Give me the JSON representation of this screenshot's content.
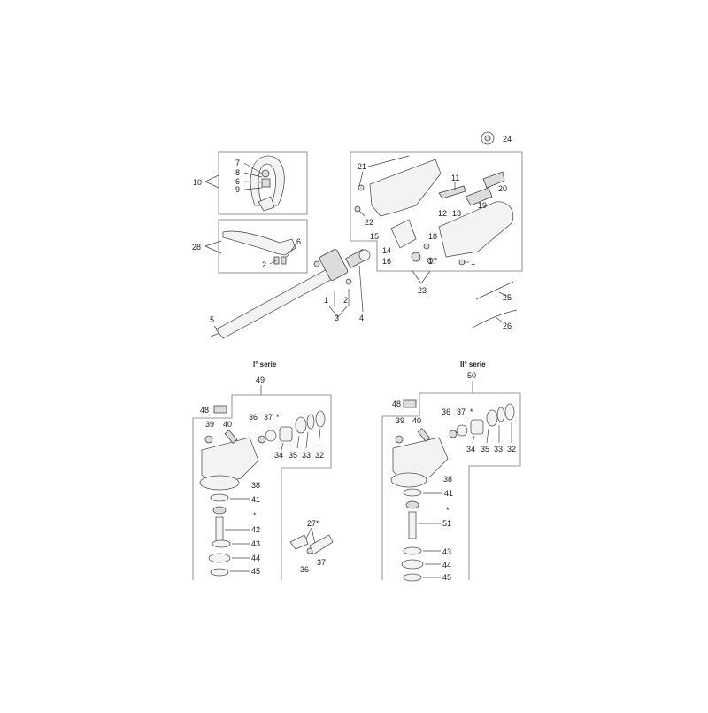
{
  "colors": {
    "background": "#ffffff",
    "line": "#555555",
    "fill": "#f3f3f3"
  },
  "labels": {
    "p1": "1",
    "p2": "2",
    "p3": "3",
    "p4": "4",
    "p5": "5",
    "p6": "6",
    "p7": "7",
    "p8": "8",
    "p9": "9",
    "p10": "10",
    "p11": "11",
    "p12": "12",
    "p13": "13",
    "p14": "14",
    "p15": "15",
    "p16": "16",
    "p17": "17",
    "p18": "18",
    "p19": "19",
    "p20": "20",
    "p21": "21",
    "p22": "22",
    "p23": "23",
    "p24": "24",
    "p25": "25",
    "p26": "26",
    "p27": "27*",
    "p28": "28",
    "p32": "32",
    "p33": "33",
    "p34": "34",
    "p35": "35",
    "p36": "36",
    "p37": "37",
    "p38": "38",
    "p39": "39",
    "p40": "40",
    "p41": "41",
    "p42": "42",
    "p43": "43",
    "p44": "44",
    "p45": "45",
    "p48": "48",
    "p49": "49",
    "p50": "50",
    "p51": "51",
    "star": "*"
  },
  "series": {
    "first": "I° serie",
    "second": "II° serie"
  }
}
